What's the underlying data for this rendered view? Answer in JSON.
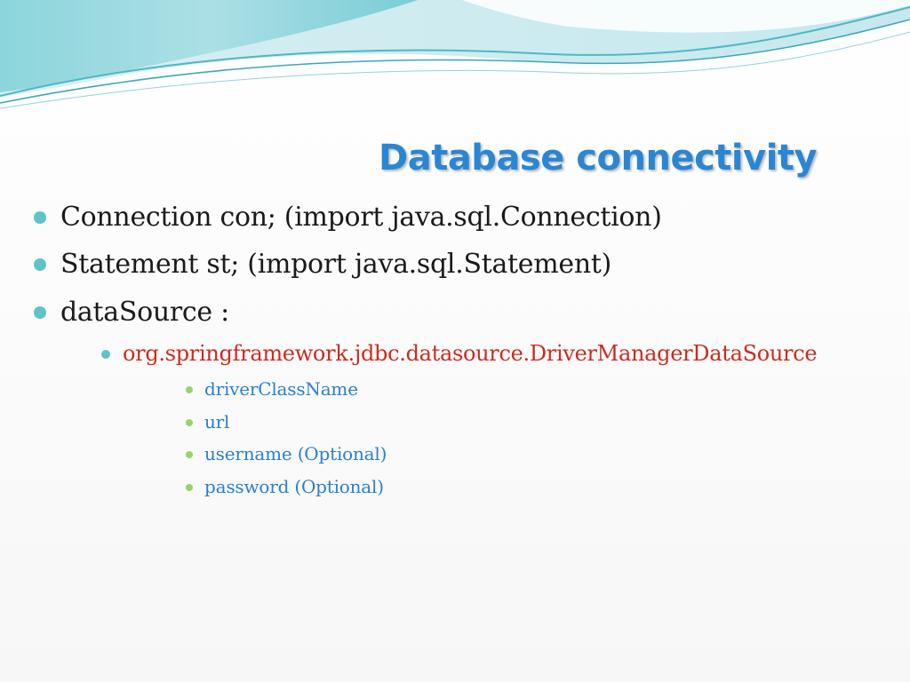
{
  "slide": {
    "title": "Database connectivity",
    "colors": {
      "title": "#2a86d3",
      "body_text": "#1a1a1a",
      "class_name": "#cc2b1f",
      "property": "#2a7fd1",
      "bullet_level1": "#5fc3ca",
      "bullet_level3": "#9cd26a",
      "wave": "#5fc3ca"
    },
    "bullets": [
      {
        "text": "Connection con; (import java.sql.Connection)"
      },
      {
        "text": "Statement st; (import java.sql.Statement)"
      },
      {
        "text": "dataSource :"
      },
      {
        "text": "org.springframework.jdbc.datasource.DriverManagerDataSource"
      },
      {
        "text": "driverClassName"
      },
      {
        "text": "url"
      },
      {
        "text": "username (Optional)"
      },
      {
        "text": "password  (Optional)"
      }
    ]
  }
}
